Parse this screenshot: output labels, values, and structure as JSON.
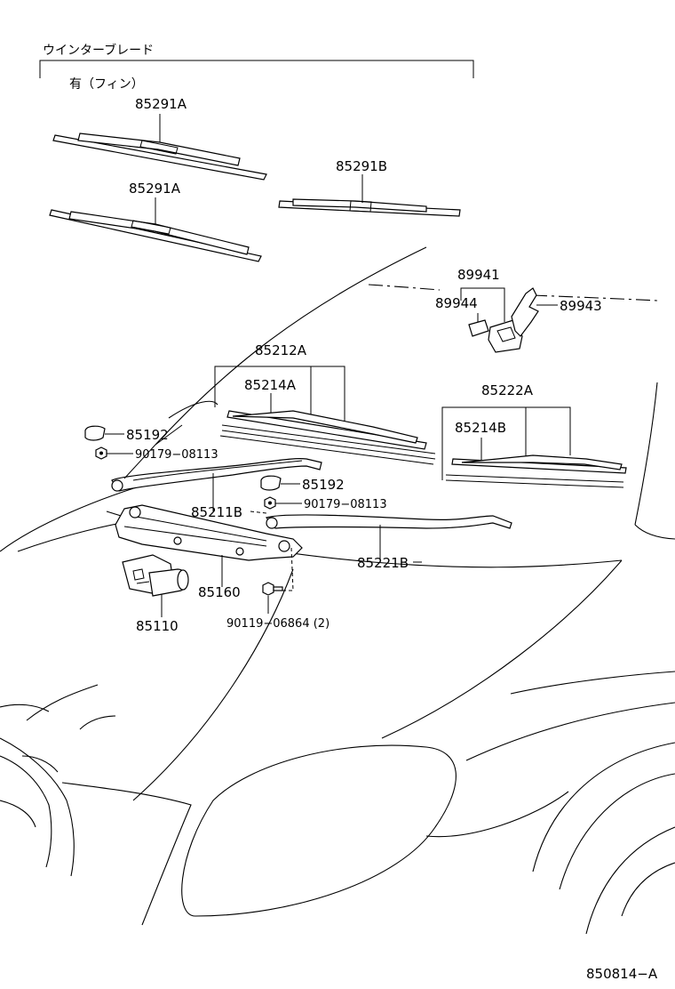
{
  "header": {
    "category": "ウインターブレード",
    "variant": "有（フィン）"
  },
  "parts": {
    "p85291A_top": "85291A",
    "p85291A_bottom": "85291A",
    "p85291B": "85291B",
    "p89941": "89941",
    "p89944": "89944",
    "p89943": "89943",
    "p85212A": "85212A",
    "p85214A": "85214A",
    "p85222A": "85222A",
    "p85214B": "85214B",
    "p85192_left": "85192",
    "p90179_left": "90179−08113",
    "p85192_right": "85192",
    "p90179_right": "90179−08113",
    "p85211B": "85211B",
    "p85221B": "85221B",
    "p85160": "85160",
    "p85110": "85110",
    "p90119": "90119−06864 (2)"
  },
  "diagram_id": "850814−A"
}
